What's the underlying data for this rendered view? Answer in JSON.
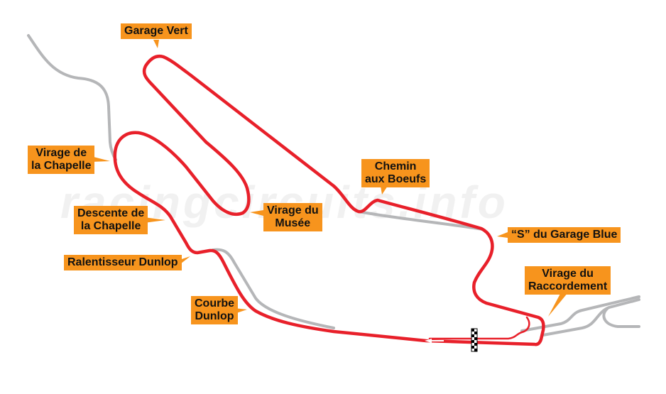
{
  "watermark": "racingcircuits.info",
  "colors": {
    "track": "#e8202a",
    "old_track": "#b5b6b8",
    "label_bg": "#f7941d"
  },
  "labels": {
    "garage_vert": "Garage Vert",
    "virage_chapelle": "Virage de\nla Chapelle",
    "descente_chapelle": "Descente de\nla Chapelle",
    "virage_musee": "Virage du\nMusée",
    "chemin_boeufs": "Chemin\naux Boeufs",
    "s_garage_blue": "“S” du Garage Blue",
    "ralentisseur": "Ralentisseur Dunlop",
    "courbe_dunlop": "Courbe\nDunlop",
    "raccordement": "Virage du\nRaccordement"
  }
}
